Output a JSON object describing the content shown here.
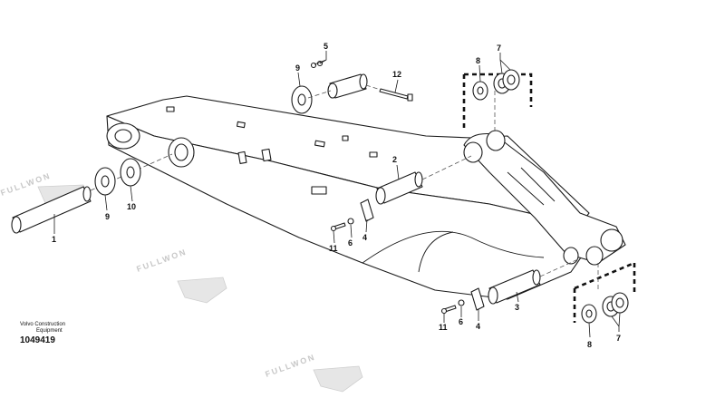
{
  "callouts": {
    "p1": "1",
    "p2": "2",
    "p3": "3",
    "p4a": "4",
    "p4b": "4",
    "p5": "5",
    "p6a": "6",
    "p6b": "6",
    "p7a": "7",
    "p7b": "7",
    "p8a": "8",
    "p8b": "8",
    "p9a": "9",
    "p9b": "9",
    "p10": "10",
    "p11a": "11",
    "p11b": "11",
    "p12": "12"
  },
  "caption": {
    "line1": "Volvo Construction",
    "line2": "Equipment",
    "number": "1049419"
  },
  "watermark": "FULLWON",
  "colors": {
    "ink": "#1a1a1a",
    "watermark": "#d0d0d0",
    "background": "#ffffff"
  }
}
